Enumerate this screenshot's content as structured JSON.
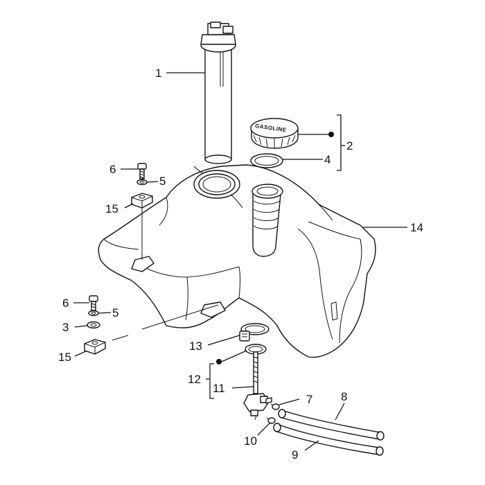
{
  "callouts": [
    {
      "id": "1",
      "text": "1"
    },
    {
      "id": "2",
      "text": "2"
    },
    {
      "id": "3",
      "text": "3"
    },
    {
      "id": "4",
      "text": "4"
    },
    {
      "id": "5a",
      "text": "5"
    },
    {
      "id": "5b",
      "text": "5"
    },
    {
      "id": "6a",
      "text": "6"
    },
    {
      "id": "6b",
      "text": "6"
    },
    {
      "id": "7",
      "text": "7"
    },
    {
      "id": "8",
      "text": "8"
    },
    {
      "id": "9",
      "text": "9"
    },
    {
      "id": "10",
      "text": "10"
    },
    {
      "id": "11",
      "text": "11"
    },
    {
      "id": "12",
      "text": "12"
    },
    {
      "id": "13",
      "text": "13"
    },
    {
      "id": "14",
      "text": "14"
    },
    {
      "id": "15a",
      "text": "15"
    },
    {
      "id": "15b",
      "text": "15"
    }
  ],
  "cap_label": "GASOLINE"
}
